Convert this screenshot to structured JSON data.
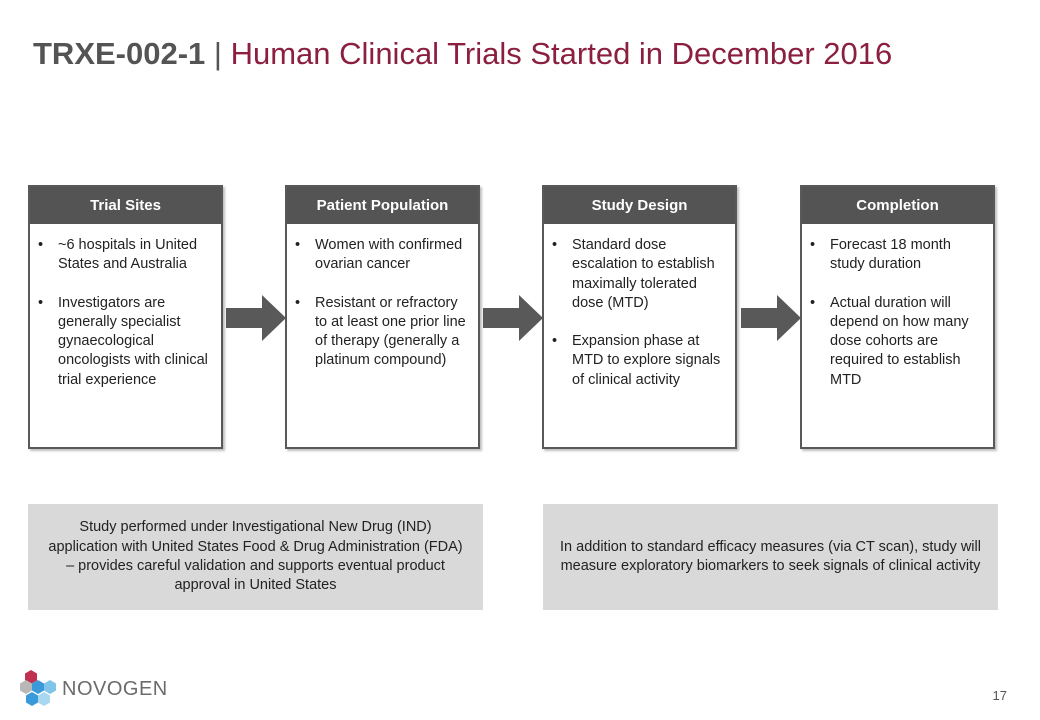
{
  "title": {
    "code": "TRXE-002-1",
    "separator": "|",
    "main": "Human Clinical Trials Started in December 2016"
  },
  "cards": [
    {
      "header": "Trial Sites",
      "bullets": [
        "~6 hospitals in United States and Australia",
        "Investigators are generally specialist gynaecological oncologists with clinical trial experience"
      ]
    },
    {
      "header": "Patient Population",
      "bullets": [
        "Women with confirmed ovarian cancer",
        "Resistant or refractory to at least one prior line of therapy (generally a platinum compound)"
      ]
    },
    {
      "header": "Study Design",
      "bullets": [
        "Standard dose escalation to establish maximally tolerated dose (MTD)",
        "Expansion phase at MTD to explore signals of clinical activity"
      ]
    },
    {
      "header": "Completion",
      "bullets": [
        "Forecast 18 month study duration",
        "Actual duration will depend on how many dose cohorts are required to establish MTD"
      ]
    }
  ],
  "notes": {
    "left": "Study performed under Investigational New Drug (IND) application with United States Food & Drug Administration (FDA) – provides careful validation and supports eventual product approval in United States",
    "right": "In addition to standard efficacy measures (via CT scan), study will measure exploratory biomarkers to seek signals of clinical activity"
  },
  "footer": {
    "logo_text": "NOVOGEN",
    "logo_icon": "hexagon-cluster-icon",
    "page_number": "17"
  },
  "colors": {
    "title_code": "#545454",
    "title_main": "#8b1f3f",
    "header_bg": "#545454",
    "note_bg": "#d9d9d9",
    "arrow": "#595959",
    "logo_red": "#c0314f",
    "logo_blue": "#3a9ad9"
  }
}
